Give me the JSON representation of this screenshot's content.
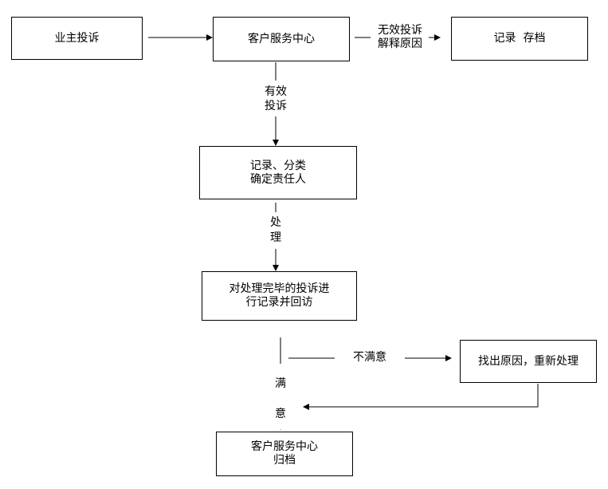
{
  "nodes": {
    "owner_complaint": {
      "line1": "业主投诉"
    },
    "service_center": {
      "line1": "客户服务中心"
    },
    "record_archive": {
      "line1": "记录  存档"
    },
    "classify": {
      "line1": "记录、分类",
      "line2": "确定责任人"
    },
    "revisit": {
      "line1": "对处理完毕的投诉进",
      "line2": "行记录并回访"
    },
    "find_cause": {
      "line1": "找出原因，重新处理"
    },
    "archive_final": {
      "line1": "客户服务中心",
      "line2": "归档"
    }
  },
  "edges": {
    "invalid": {
      "line1": "无效投诉",
      "line2": "解释原因"
    },
    "valid": {
      "line1": "有效",
      "line2": "投诉"
    },
    "handle": {
      "line1": "处",
      "line2": "理"
    },
    "unsatisfied": {
      "line1": "不满意"
    },
    "satisfied": {
      "line1": "满",
      "line2": "意"
    }
  }
}
